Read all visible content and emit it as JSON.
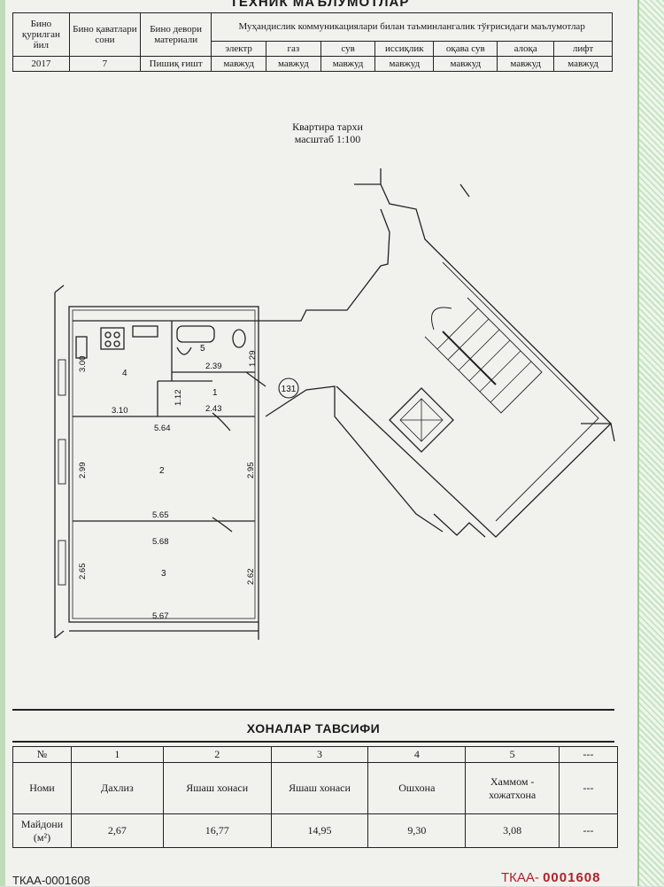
{
  "header": {
    "title": "ТЕХНИК МАЪЛУМОТЛАР"
  },
  "tech_table": {
    "col_year": "Бино қурилган йил",
    "col_floors": "Бино қаватлари сони",
    "col_wall": "Бино девори материали",
    "col_utilities": "Муҳандислик коммуникациялари билан таъминлангалик тўғрисидаги маълумотлар",
    "utility_names": [
      "электр",
      "газ",
      "сув",
      "иссиқлик",
      "оқава сув",
      "алоқа",
      "лифт"
    ],
    "year": "2017",
    "floors": "7",
    "wall": "Пишиқ ғишт",
    "utility_values": [
      "мавжуд",
      "мавжуд",
      "мавжуд",
      "мавжуд",
      "мавжуд",
      "мавжуд",
      "мавжуд"
    ]
  },
  "plan": {
    "title": "Квартира тархи",
    "scale": "масштаб 1:100",
    "apartment_no": "131",
    "room_labels": [
      "4",
      "5",
      "1",
      "2",
      "3"
    ],
    "dimensions": {
      "r4_height": "3.00",
      "r4_width": "3.10",
      "r5_width": "2.39",
      "r5_height": "1.29",
      "r1_height": "1.12",
      "r1_width": "2.43",
      "r2_top": "5.64",
      "r2_left": "2.99",
      "r2_right": "2.95",
      "r2_bottom": "5.65",
      "r3_top": "5.68",
      "r3_left": "2.65",
      "r3_right": "2.62",
      "r3_bottom": "5.67"
    }
  },
  "rooms_section": {
    "title": "ХОНАЛАР ТАВСИФИ",
    "labels": {
      "number": "№",
      "name": "Номи",
      "area": "Майдони (м²)"
    },
    "numbers": [
      "1",
      "2",
      "3",
      "4",
      "5",
      "---"
    ],
    "names": [
      "Дахлиз",
      "Яшаш хонаси",
      "Яшаш хонаси",
      "Ошхона",
      "Хаммом - хожатхона",
      "---"
    ],
    "areas": [
      "2,67",
      "16,77",
      "14,95",
      "9,30",
      "3,08",
      "---"
    ]
  },
  "footer": {
    "left": "ТКАА-0001608",
    "right_prefix": "ТКАА-",
    "right_number": "0001608"
  }
}
